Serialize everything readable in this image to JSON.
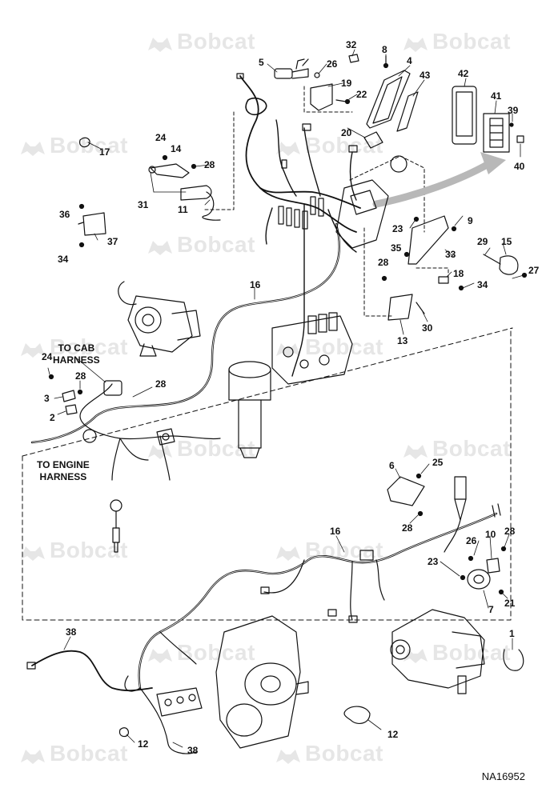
{
  "watermark": {
    "text": "Bobcat",
    "color": "#e6e6e6"
  },
  "notes": {
    "to_cab_harness_line1": "TO CAB",
    "to_cab_harness_line2": "HARNESS",
    "to_engine_harness_line1": "TO ENGINE",
    "to_engine_harness_line2": "HARNESS"
  },
  "figure_id": "NA16952",
  "callouts": [
    {
      "id": "c32",
      "text": "32"
    },
    {
      "id": "c8",
      "text": "8"
    },
    {
      "id": "c4",
      "text": "4"
    },
    {
      "id": "c43",
      "text": "43"
    },
    {
      "id": "c42",
      "text": "42"
    },
    {
      "id": "c5",
      "text": "5"
    },
    {
      "id": "c26a",
      "text": "26"
    },
    {
      "id": "c19",
      "text": "19"
    },
    {
      "id": "c22",
      "text": "22"
    },
    {
      "id": "c41",
      "text": "41"
    },
    {
      "id": "c39",
      "text": "39"
    },
    {
      "id": "c20",
      "text": "20"
    },
    {
      "id": "c40",
      "text": "40"
    },
    {
      "id": "c17",
      "text": "17"
    },
    {
      "id": "c24a",
      "text": "24"
    },
    {
      "id": "c14",
      "text": "14"
    },
    {
      "id": "c28a",
      "text": "28"
    },
    {
      "id": "c31",
      "text": "31"
    },
    {
      "id": "c11",
      "text": "11"
    },
    {
      "id": "c36",
      "text": "36"
    },
    {
      "id": "c37",
      "text": "37"
    },
    {
      "id": "c34a",
      "text": "34"
    },
    {
      "id": "c9",
      "text": "9"
    },
    {
      "id": "c23a",
      "text": "23"
    },
    {
      "id": "c35",
      "text": "35"
    },
    {
      "id": "c33",
      "text": "33"
    },
    {
      "id": "c29",
      "text": "29"
    },
    {
      "id": "c15",
      "text": "15"
    },
    {
      "id": "c28b",
      "text": "28"
    },
    {
      "id": "c18",
      "text": "18"
    },
    {
      "id": "c27",
      "text": "27"
    },
    {
      "id": "c34b",
      "text": "34"
    },
    {
      "id": "c16a",
      "text": "16"
    },
    {
      "id": "c30",
      "text": "30"
    },
    {
      "id": "c13",
      "text": "13"
    },
    {
      "id": "c24b",
      "text": "24"
    },
    {
      "id": "c28c",
      "text": "28"
    },
    {
      "id": "c3",
      "text": "3"
    },
    {
      "id": "c2",
      "text": "2"
    },
    {
      "id": "c28d",
      "text": "28"
    },
    {
      "id": "c6",
      "text": "6"
    },
    {
      "id": "c25",
      "text": "25"
    },
    {
      "id": "c28e",
      "text": "28"
    },
    {
      "id": "c16b",
      "text": "16"
    },
    {
      "id": "c26b",
      "text": "26"
    },
    {
      "id": "c10",
      "text": "10"
    },
    {
      "id": "c28f",
      "text": "28"
    },
    {
      "id": "c23b",
      "text": "23"
    },
    {
      "id": "c7",
      "text": "7"
    },
    {
      "id": "c21",
      "text": "21"
    },
    {
      "id": "c38a",
      "text": "38"
    },
    {
      "id": "c1",
      "text": "1"
    },
    {
      "id": "c12a",
      "text": "12"
    },
    {
      "id": "c12b",
      "text": "12"
    },
    {
      "id": "c38b",
      "text": "38"
    }
  ]
}
